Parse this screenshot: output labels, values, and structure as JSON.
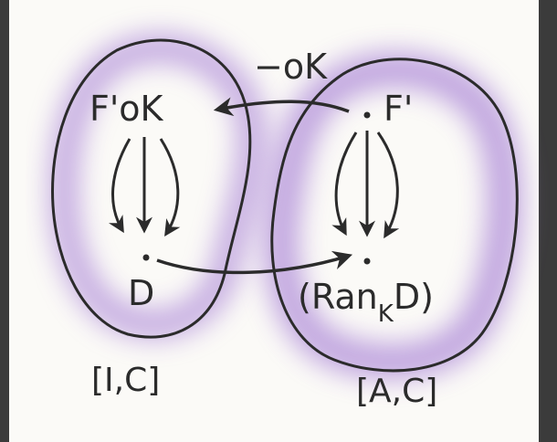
{
  "diagram": {
    "top_arrow_label": "−oK",
    "left_set": {
      "top_node": "F'oK",
      "bottom_node": "D",
      "caption": "[I,C]"
    },
    "right_set": {
      "top_node": "F'",
      "bottom_node_prefix": "(Ran",
      "bottom_node_subscript": "K",
      "bottom_node_suffix": "D)",
      "caption": "[A,C]"
    }
  },
  "colors": {
    "ink": "#2b2b2b",
    "wash": "#9b6fd0",
    "paper": "#fbfaf7",
    "frame": "#3b3b3b"
  }
}
